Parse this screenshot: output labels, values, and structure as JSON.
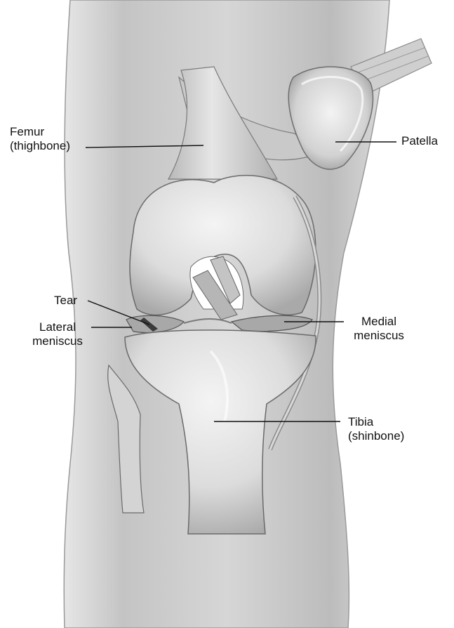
{
  "labels": {
    "femur": {
      "line1": "Femur",
      "line2": "(thighbone)"
    },
    "patella": {
      "line1": "Patella"
    },
    "tear": {
      "line1": "Tear"
    },
    "lateral_meniscus": {
      "line1": "Lateral",
      "line2": "meniscus"
    },
    "medial_meniscus": {
      "line1": "Medial",
      "line2": "meniscus"
    },
    "tibia": {
      "line1": "Tibia",
      "line2": "(shinbone)"
    }
  },
  "colors": {
    "background": "#ffffff",
    "leg": "#c8c8c8",
    "bone": "#dedede",
    "shadow": "#8a8a8a",
    "ink": "#111111"
  }
}
